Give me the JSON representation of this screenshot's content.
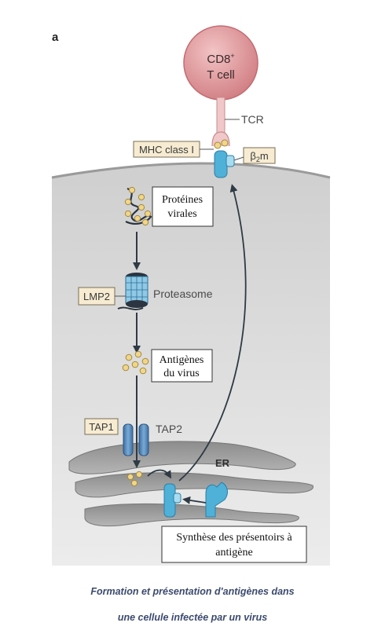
{
  "panel_label": "a",
  "tcell": {
    "line1": "CD8",
    "sup": "+",
    "line2": "T cell"
  },
  "labels": {
    "tcr": "TCR",
    "mhc": "MHC class I",
    "b2m_b": "β",
    "b2m_sub": "2",
    "b2m_m": "m",
    "lmp2": "LMP2",
    "proteasome": "Proteasome",
    "tap1": "TAP1",
    "tap2": "TAP2",
    "er": "ER"
  },
  "notes": {
    "proteines": [
      "Protéines",
      "virales"
    ],
    "antigenes": [
      "Antigènes",
      "du virus"
    ],
    "synthese": [
      "Synthèse des présentoirs à",
      "antigène"
    ]
  },
  "caption": {
    "line1": "Formation et présentation d'antigènes dans",
    "line2": "une cellule infectée par un virus"
  },
  "colors": {
    "tcell": "#d98a8e",
    "cell": "#d8d8d8",
    "membrane": "#a0a0a0",
    "label_box": "#f7ecd2",
    "mhc_blue": "#4fb0d8",
    "peptide": "#f0d58a",
    "tap": "#5b8fc4"
  }
}
